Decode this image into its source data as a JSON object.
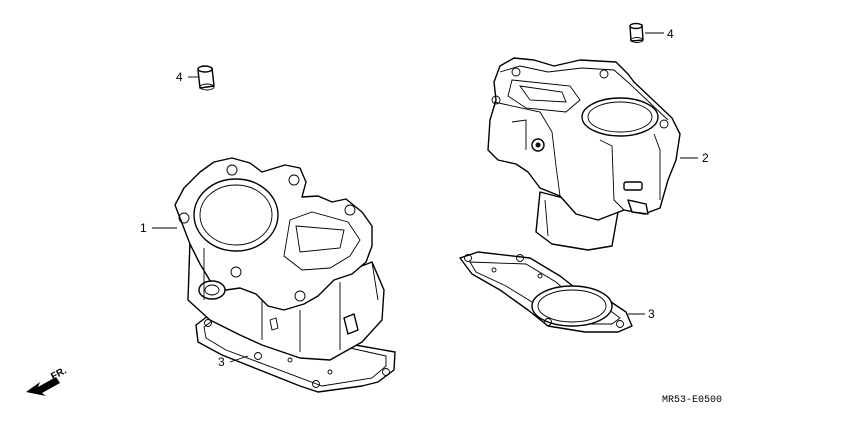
{
  "callouts": {
    "cylinder_front": "1",
    "cylinder_rear": "2",
    "gasket_front": "3",
    "gasket_rear": "3",
    "dowel_left": "4",
    "dowel_right": "4"
  },
  "direction_label": "FR.",
  "diagram_code": "MR53-E0500"
}
